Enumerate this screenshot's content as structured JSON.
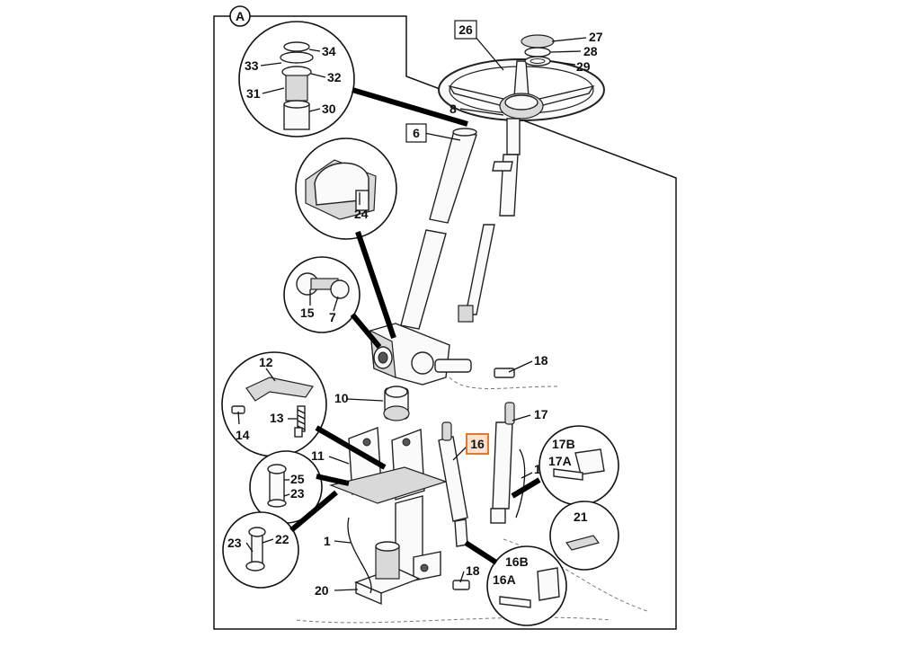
{
  "diagram": {
    "view_marker": "A",
    "labels": {
      "l26": "26",
      "l27": "27",
      "l28": "28",
      "l29": "29",
      "l8": "8",
      "l6": "6",
      "l34": "34",
      "l33": "33",
      "l32": "32",
      "l31": "31",
      "l30": "30",
      "l24": "24",
      "l15": "15",
      "l7": "7",
      "l18a": "18",
      "l12": "12",
      "l10": "10",
      "l13": "13",
      "l14": "14",
      "l11": "11",
      "l16": "16",
      "l17": "17",
      "l17b": "17B",
      "l17a": "17A",
      "l1a": "1",
      "l25": "25",
      "l23a": "23",
      "l23b": "23",
      "l22": "22",
      "l1b": "1",
      "l21": "21",
      "l18b": "18",
      "l16b": "16B",
      "l16a": "16A",
      "l20": "20"
    },
    "highlight_color": "#e8762b"
  }
}
